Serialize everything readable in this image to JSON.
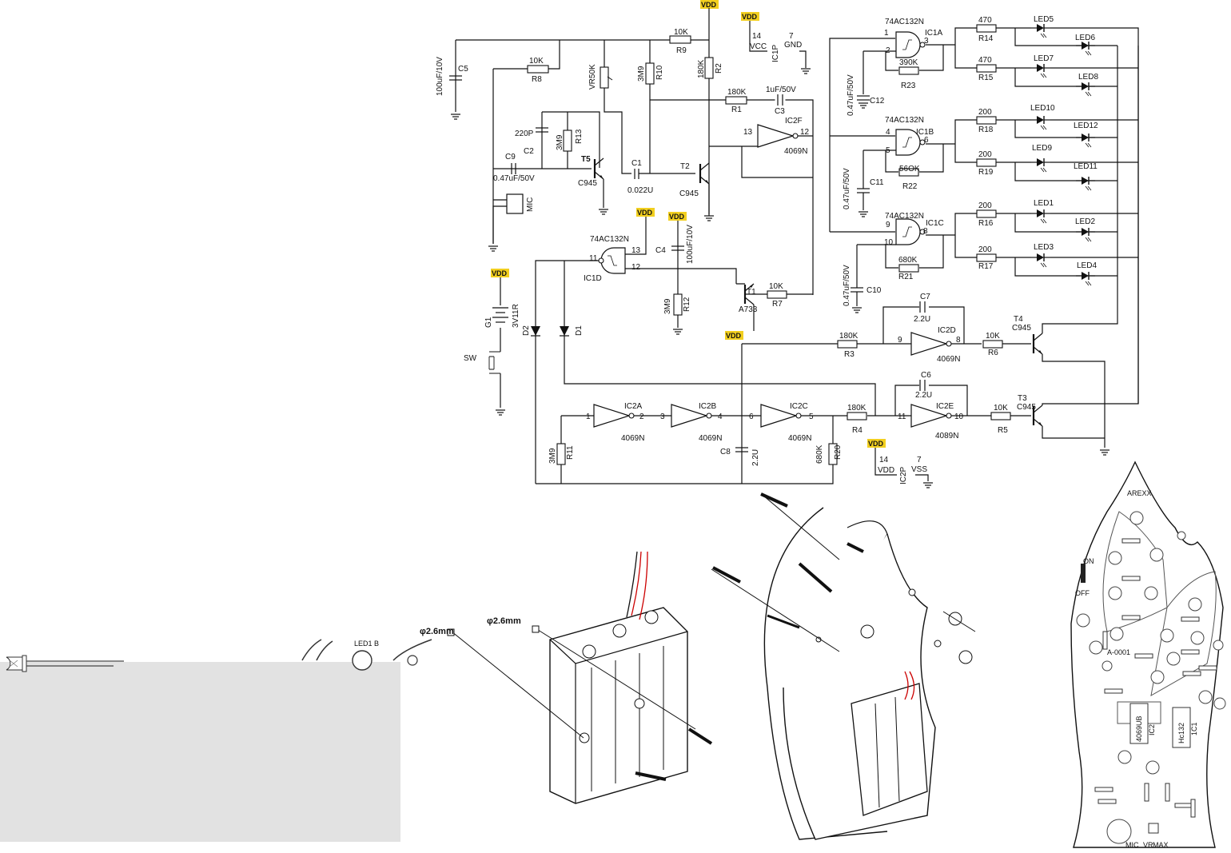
{
  "supply": {
    "vdd": "VDD",
    "vcc": "VCC",
    "gnd": "GND",
    "vss": "VSS",
    "pin14": "14",
    "pin7": "7",
    "ic1p": "IC1P",
    "ic2p": "IC2P"
  },
  "ics": {
    "ic1a": "IC1A",
    "ic1b": "IC1B",
    "ic1c": "IC1C",
    "ic1d": "IC1D",
    "ic2a": "IC2A",
    "ic2b": "IC2B",
    "ic2c": "IC2C",
    "ic2d": "IC2D",
    "ic2e": "IC2E",
    "ic2f": "IC2F",
    "p74": "74AC132N",
    "p4069": "4069N",
    "p4089": "4089N"
  },
  "resistors": {
    "r1": "R1",
    "r2": "R2",
    "r3": "R3",
    "r4": "R4",
    "r5": "R5",
    "r6": "R6",
    "r7": "R7",
    "r8": "R8",
    "r9": "R9",
    "r10": "R10",
    "r11": "R11",
    "r12": "R12",
    "r13": "R13",
    "r14": "R14",
    "r15": "R15",
    "r16": "R16",
    "r17": "R17",
    "r18": "R18",
    "r19": "R19",
    "r20": "R20",
    "r21": "R21",
    "r22": "R22",
    "r23": "R23",
    "v10k": "10K",
    "v180k": "180K",
    "v3m9": "3M9",
    "v470": "470",
    "v200": "200",
    "v390k": "390K",
    "v560k": "56OK",
    "v680k": "680K"
  },
  "caps": {
    "c1": "C1",
    "c2": "C2",
    "c3": "C3",
    "c4": "C4",
    "c5": "C5",
    "c6": "C6",
    "c7": "C7",
    "c8": "C8",
    "c9": "C9",
    "c10": "C10",
    "c11": "C11",
    "c12": "C12",
    "v220p": "220P",
    "v0022": "0.022U",
    "v1u50": "1uF/50V",
    "v100u10": "100uF/10V",
    "v047": "0.47uF/50V",
    "v22": "2.2U"
  },
  "semis": {
    "t1": "T1",
    "t2": "T2",
    "t3": "T3",
    "t4": "T4",
    "t5": "T5",
    "a733": "A733",
    "c945": "C945",
    "d1": "D1",
    "d2": "D2",
    "vr": "VR50K",
    "mic": "MIC",
    "g1": "G1",
    "batt": "3V11R",
    "sw": "SW"
  },
  "leds": [
    "LED1",
    "LED2",
    "LED3",
    "LED4",
    "LED5",
    "LED6",
    "LED7",
    "LED8",
    "LED9",
    "LED10",
    "LED11",
    "LED12"
  ],
  "assembly": {
    "hole1": "φ2.6mm",
    "hole2": "φ2.6mm",
    "led_callout": "LED1 B"
  },
  "pcb": {
    "brand": "AREXX",
    "code": "A-0001",
    "on": "ON",
    "off": "OFF",
    "chip1": "4069UB",
    "chip1b": "IC2",
    "chip2": "Hc132",
    "chip2b": "1C1",
    "mic_mark": "MIC",
    "vr_mark": "VR",
    "max_mark": "MAX"
  }
}
